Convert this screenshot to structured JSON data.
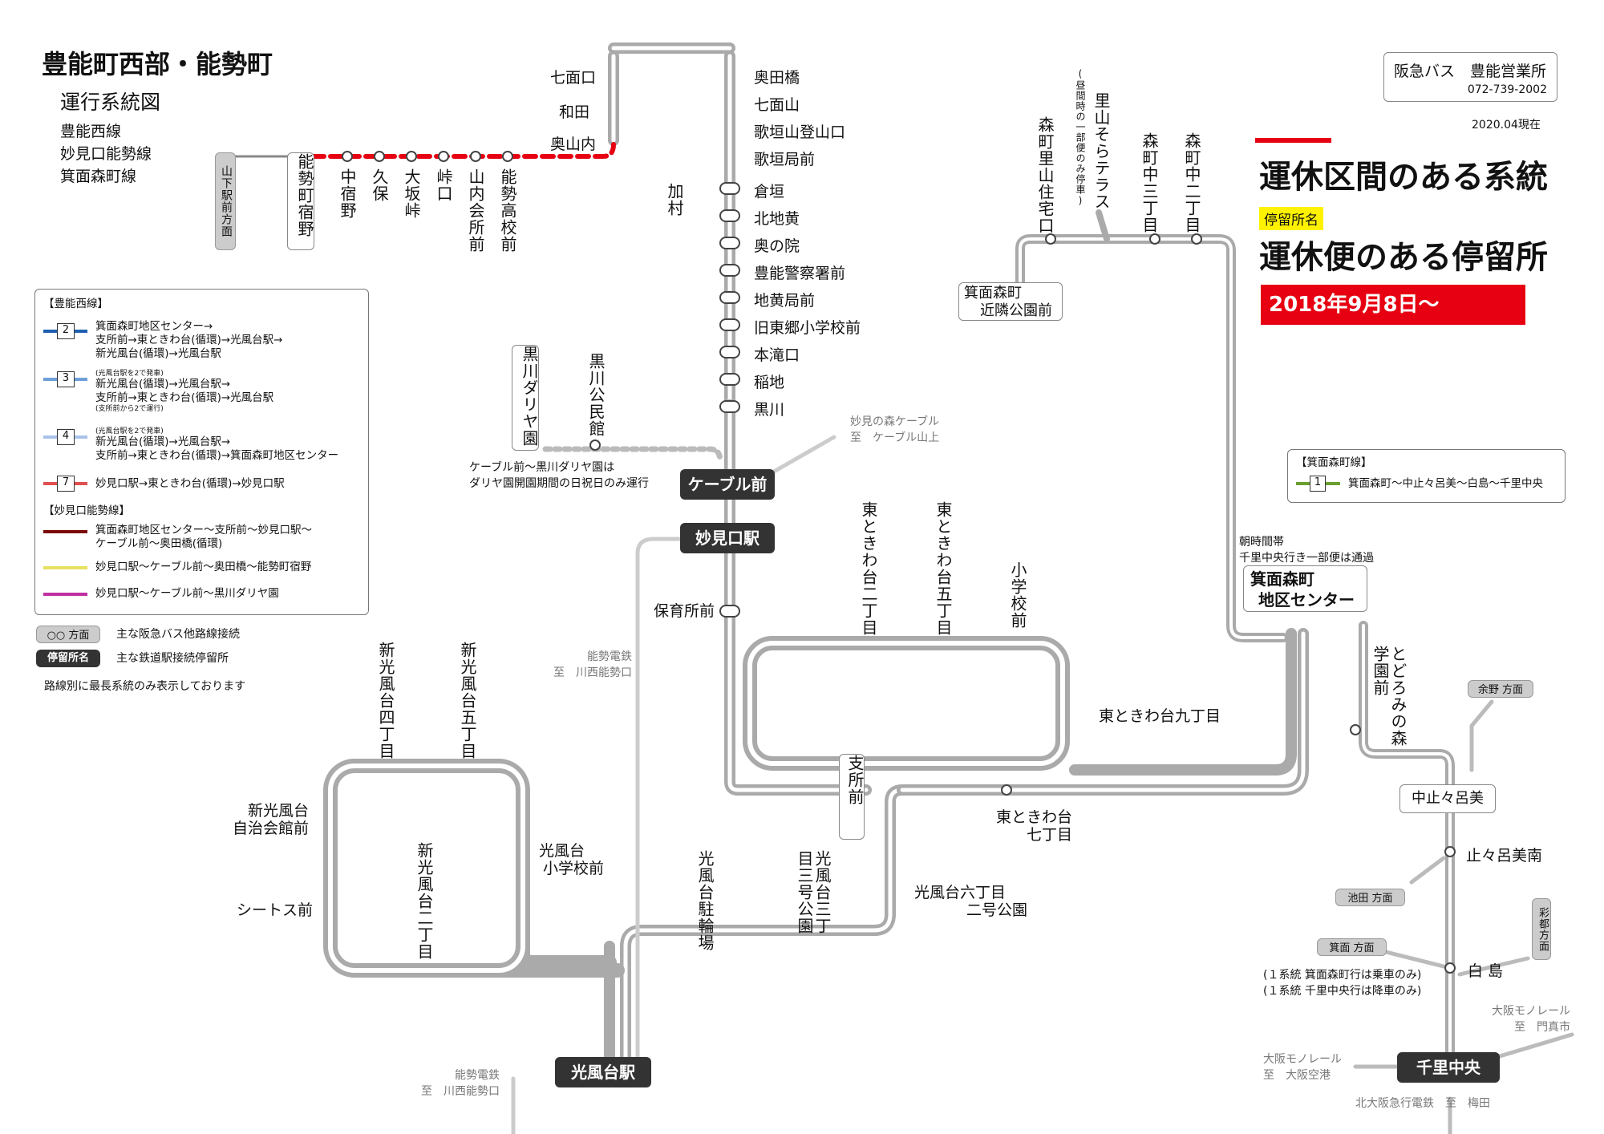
{
  "header": {
    "title": "豊能町西部・能勢町",
    "subtitle": "運行系統図",
    "lines": [
      "豊能西線",
      "妙見口能勢線",
      "箕面森町線"
    ]
  },
  "office": {
    "name": "阪急バス　豊能営業所",
    "phone": "072-739-2002"
  },
  "as_of": "2020.04現在",
  "notice": {
    "title1": "運休区間のある系統",
    "tag": "停留所名",
    "title2": "運休便のある停留所",
    "date": "2018年9月8日〜"
  },
  "legend": {
    "section1": "【豊能西線】",
    "r2": {
      "num": "2",
      "text": [
        "箕面森町地区センター→",
        "支所前→東ときわ台(循環)→光風台駅→",
        "新光風台(循環)→光風台駅"
      ]
    },
    "r3": {
      "num": "3",
      "note1": "(光風台駅を2で発車)",
      "text": [
        "新光風台(循環)→光風台駅→",
        "支所前→東ときわ台(循環)→光風台駅"
      ],
      "note2": "(支所前から2で運行)"
    },
    "r4": {
      "num": "4",
      "note1": "(光風台駅を2で発車)",
      "text": [
        "新光風台(循環)→光風台駅→",
        "支所前→東ときわ台(循環)→箕面森町地区センター"
      ]
    },
    "r7": {
      "num": "7",
      "text": [
        "妙見口駅→東ときわ台(循環)→妙見口駅"
      ]
    },
    "section2": "【妙見口能勢線】",
    "m1": [
      "箕面森町地区センター〜支所前〜妙見口駅〜",
      "ケーブル前〜奥田橋(循環)"
    ],
    "m2": "妙見口駅〜ケーブル前〜奥田橋〜能勢町宿野",
    "m3": "妙見口駅〜ケーブル前〜黒川ダリヤ園"
  },
  "key": {
    "pill1": "○○ 方面",
    "pill1_text": "主な阪急バス他路線接続",
    "pill2": "停留所名",
    "pill2_text": "主な鉄道駅接続停留所",
    "note": "路線別に最長系統のみ表示しております"
  },
  "mino_legend": {
    "section": "【箕面森町線】",
    "num": "1",
    "text": "箕面森町〜中止々呂美〜白島〜千里中央"
  },
  "stations": {
    "cable": "ケーブル前",
    "myoken": "妙見口駅",
    "kofudai": "光風台駅",
    "minomo": [
      "箕面森町",
      "地区センター"
    ],
    "senri": "千里中央",
    "nakatodoromi": "中止々呂美"
  },
  "stops": {
    "top_row": [
      "中宿野",
      "久保",
      "大坂峠",
      "峠口",
      "山内会所前",
      "能勢高校前"
    ],
    "nose": "能勢町宿野",
    "yamashita": "山下駅前方面",
    "loop_left": [
      "七面口",
      "和田",
      "奥山内"
    ],
    "loop_right": [
      "奥田橋",
      "七面山",
      "歌垣山登山口",
      "歌垣局前"
    ],
    "kamura": "加村",
    "trunk": [
      "倉垣",
      "北地黄",
      "奥の院",
      "豊能警察署前",
      "地黄局前",
      "旧東郷小学校前",
      "本滝口",
      "稲地",
      "黒川"
    ],
    "kurokawa_kominkan": "黒川公民館",
    "dahlia": "黒川ダリヤ園",
    "dahlia_note": [
      "ケーブル前〜黒川ダリヤ園は",
      "ダリヤ園開園期間の日祝日のみ運行"
    ],
    "cable_line": [
      "妙見の森ケーブル",
      "至　ケーブル山上"
    ],
    "hoikusho": "保育所前",
    "nose_railway": [
      "能勢電鉄",
      "至　川西能勢口"
    ],
    "higashi_top": [
      "東ときわ台二丁目",
      "東ときわ台五丁目",
      "小学校前"
    ],
    "higashi9": "東ときわ台九丁目",
    "higashi7": [
      "東ときわ台",
      "七丁目"
    ],
    "shisho": "支所前",
    "kofudai6": [
      "光風台六丁目",
      "二号公園"
    ],
    "kofudai_parking": "光風台駐輪場",
    "kofudai3": "光風台三丁目三号公園",
    "shin4": "新光風台四丁目",
    "shin5": "新光風台五丁目",
    "shin_jichi": [
      "新光風台",
      "自治会館前"
    ],
    "seatos": "シートス前",
    "shin2": "新光風台二丁目",
    "kofudai_school": [
      "光風台",
      "小学校前"
    ],
    "nose_railway2": [
      "能勢電鉄",
      "至　川西能勢口"
    ],
    "satoyama": "森町里山住宅口",
    "sora": "里山そらテラス",
    "sora_note": "(昼間時の一部便のみ停車)",
    "morimachi3": "森町中三丁目",
    "morimachi2": "森町中二丁目",
    "kinrin": [
      "箕面森町",
      "近隣公園前"
    ],
    "asa_note": [
      "朝時間帯",
      "千里中央行き一部便は通過"
    ],
    "todoromi": "とどろみの森学園前",
    "yono": "余野 方面",
    "todoromi_minami": "止々呂美南",
    "ikeda": "池田 方面",
    "saito": "彩都方面",
    "mino_dir": "箕面 方面",
    "shirashima": "白 島",
    "shira_notes": [
      "(１系統 箕面森町行は乗車のみ)",
      "(１系統 千里中央行は降車のみ)"
    ],
    "monorail1": [
      "大阪モノレール",
      "至　門真市"
    ],
    "monorail2": [
      "大阪モノレール",
      "至　大阪空港"
    ],
    "kitakyu": "北大阪急行電鉄　至　梅田"
  },
  "colors": {
    "red": "#e60012",
    "route_gray": "#b5b5b5",
    "blue": "#1f5fb0",
    "lightblue": "#6f9fd8",
    "paleblue": "#a9c3e8",
    "legend_red": "#e05050",
    "darkred": "#7a0a0a",
    "yellow": "#e8e060",
    "magenta": "#c030a0",
    "green": "#6aa030"
  }
}
